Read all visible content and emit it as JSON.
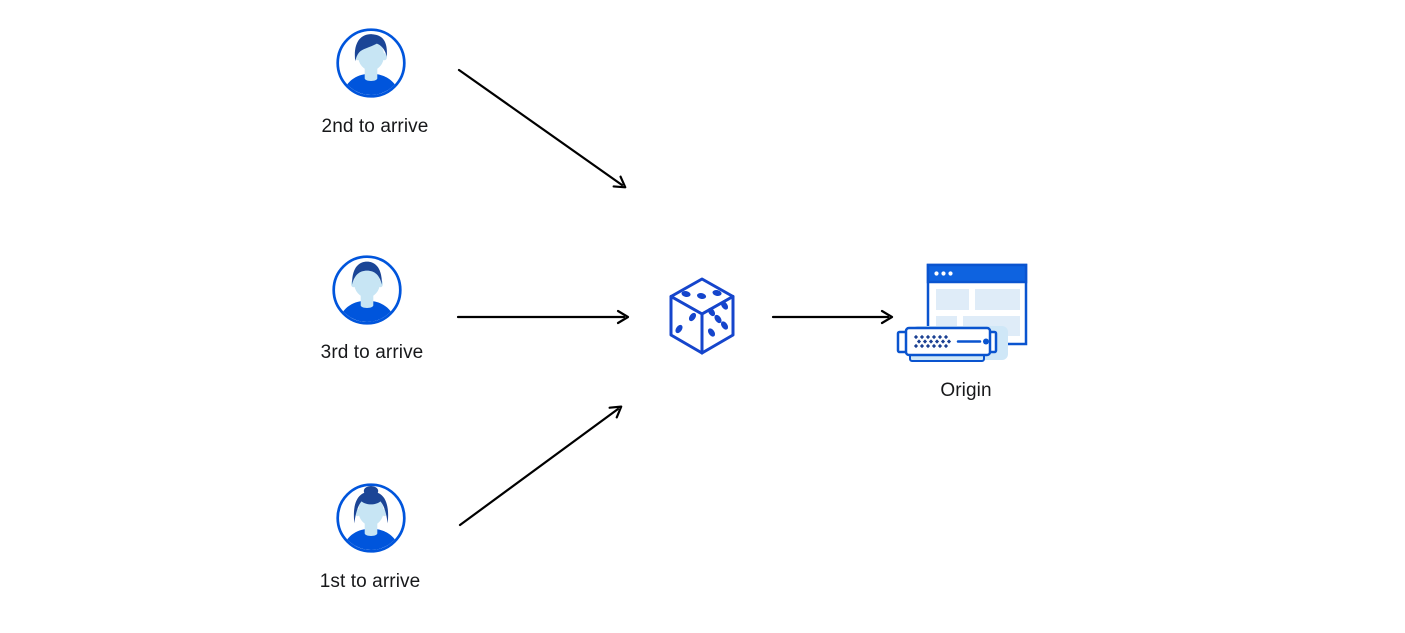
{
  "diagram": {
    "nodes": {
      "user_2nd": {
        "label": "2nd to arrive",
        "icon": "male-user-avatar-icon"
      },
      "user_3rd": {
        "label": "3rd to arrive",
        "icon": "male-user-avatar-icon"
      },
      "user_1st": {
        "label": "1st to arrive",
        "icon": "female-user-avatar-icon"
      },
      "dice": {
        "label": "",
        "icon": "dice-random-icon"
      },
      "origin": {
        "label": "Origin",
        "icon": "origin-server-browser-icon"
      }
    },
    "edges": [
      {
        "from": "user_2nd",
        "to": "dice"
      },
      {
        "from": "user_3rd",
        "to": "dice"
      },
      {
        "from": "user_1st",
        "to": "dice"
      },
      {
        "from": "dice",
        "to": "origin"
      }
    ]
  },
  "palette": {
    "background": "#ffffff",
    "text": "#17181a",
    "arrow": "#000000",
    "blue": "#0055dc",
    "hair_blue": "#1b4596",
    "skin_blue": "#c7e5f4",
    "dice_blue": "#1545cc",
    "window_border_blue": "#0a54cf",
    "window_titlebar_blue": "#0e63e0",
    "window_panel_blue": "#dfecf8",
    "light_blue": "#cfe7f7",
    "pattern_navy": "#1c4193"
  }
}
